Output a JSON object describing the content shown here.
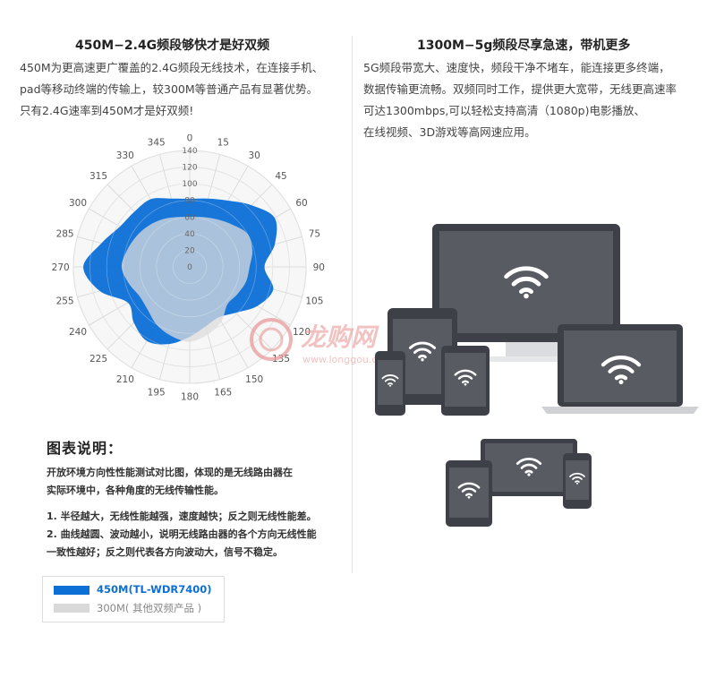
{
  "left": {
    "title": "450M−2.4G频段够快才是好双频",
    "paragraph_lines": [
      "450M为更高速更广覆盖的2.4G频段无线技术，在连接手机、",
      "pad等移动终端的传输上，较300M等普通产品有显著优势。",
      "只有2.4G速率到450M才是好双频!"
    ]
  },
  "right": {
    "title": "1300M−5g频段尽享急速，带机更多",
    "paragraph_lines": [
      "5G频段带宽大、速度快，频段干净不堵车，能连接更多终端，",
      "数据传输更流畅。双频同时工作，提供更大宽带，无线更高速率",
      "可达1300mbps,可以轻松支持高清（1080p)电影播放、",
      "在线视频、3D游戏等高网速应用。"
    ]
  },
  "chart_data": {
    "type": "radar",
    "angles": [
      0,
      15,
      30,
      45,
      60,
      75,
      90,
      105,
      120,
      135,
      150,
      165,
      180,
      195,
      210,
      225,
      240,
      255,
      270,
      285,
      300,
      315,
      330,
      345
    ],
    "radial_ticks": [
      0,
      20,
      40,
      60,
      80,
      100,
      120,
      140
    ],
    "rlim": [
      0,
      140
    ],
    "series": [
      {
        "name": "450M(TL-WDR7400)",
        "color": "#0b6fd6",
        "values": [
          82,
          85,
          92,
          105,
          118,
          106,
          90,
          104,
          94,
          78,
          70,
          74,
          84,
          96,
          103,
          95,
          86,
          112,
          128,
          110,
          97,
          94,
          94,
          85
        ]
      },
      {
        "name": "300M( 其他双频产品 )",
        "color": "#dcdcdc",
        "values": [
          60,
          62,
          66,
          72,
          80,
          78,
          72,
          70,
          66,
          64,
          76,
          84,
          90,
          86,
          80,
          72,
          70,
          76,
          82,
          78,
          74,
          70,
          66,
          62
        ]
      }
    ]
  },
  "description": {
    "title": "图表说明：",
    "lines": [
      "开放环境方向性性能测试对比图，体现的是无线路由器在",
      "实际环境中，各种角度的无线传输性能。",
      "1. 半径越大，无线性能越强，速度越快；反之则无线性能差。",
      "2. 曲线越圆、波动越小，说明无线路由器的各个方向无线性能",
      "一致性越好；反之则代表各方向波动大，信号不稳定。"
    ]
  },
  "legend": [
    {
      "label": "450M(TL-WDR7400)",
      "color": "#0b6fd6",
      "text_color": "#0b6fd6"
    },
    {
      "label": "300M( 其他双频产品 )",
      "color": "#d9d9d9",
      "text_color": "#888888"
    }
  ],
  "watermark": {
    "text": "龙购网",
    "url": "www.longgou.com"
  },
  "device_colors": {
    "bezel": "#3d4047",
    "screen": "#55585f",
    "wifi": "#ffffff"
  }
}
